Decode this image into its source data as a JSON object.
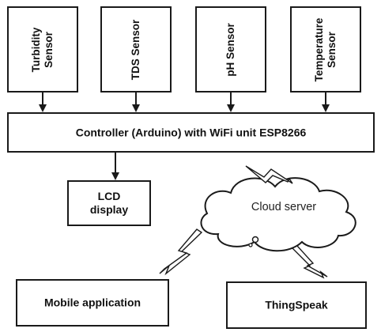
{
  "sensors": [
    {
      "line1": "Turbidity",
      "line2": "Sensor"
    },
    {
      "line1": "TDS Sensor",
      "line2": ""
    },
    {
      "line1": "pH Sensor",
      "line2": ""
    },
    {
      "line1": "Temperature",
      "line2": "Sensor"
    }
  ],
  "controller": {
    "label": "Controller (Arduino) with WiFi unit ESP8266"
  },
  "lcd": {
    "line1": "LCD",
    "line2": "display"
  },
  "cloud": {
    "label": "Cloud server"
  },
  "mobile": {
    "label": "Mobile application"
  },
  "thingspeak": {
    "label": "ThingSpeak"
  },
  "colors": {
    "stroke": "#1a1a1a",
    "background": "#ffffff"
  }
}
